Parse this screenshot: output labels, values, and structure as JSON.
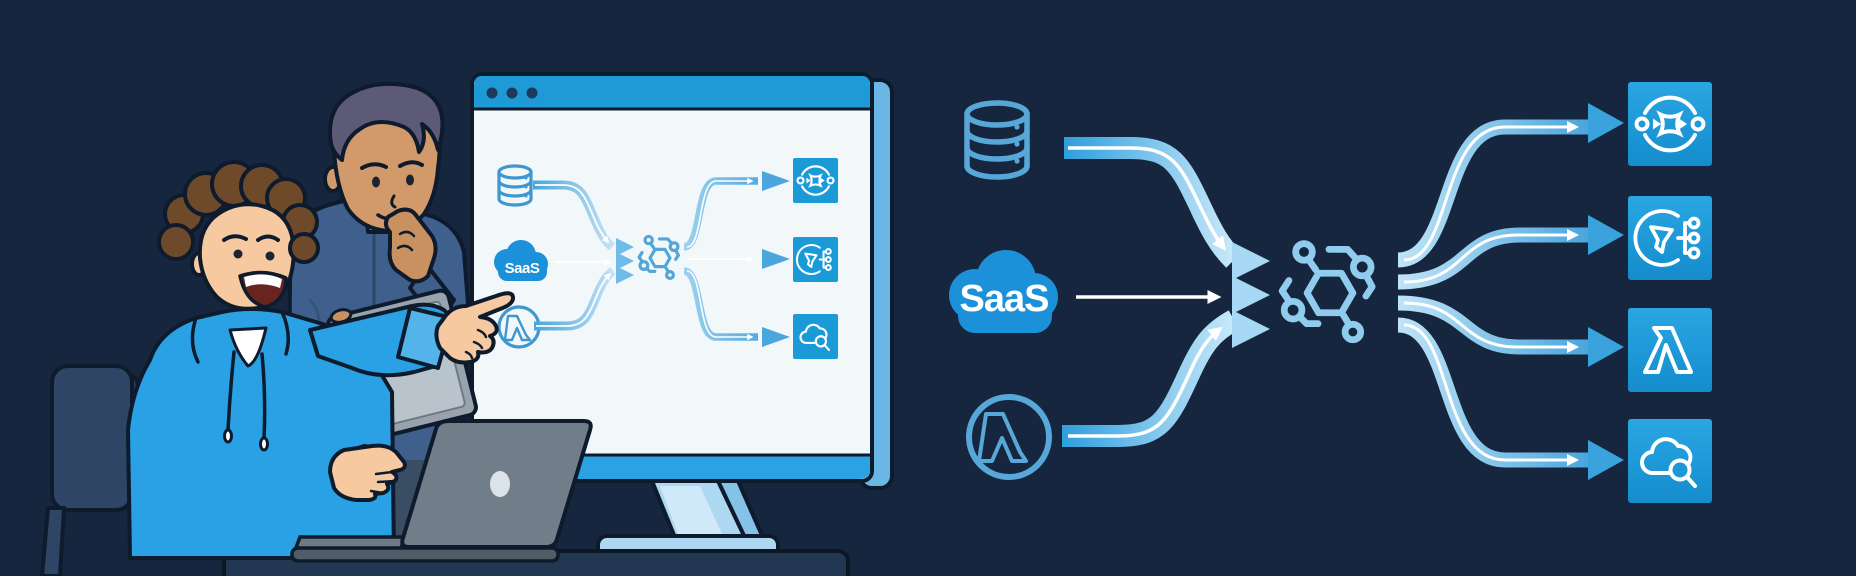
{
  "scene": {
    "type": "illustration",
    "description": "Two developers at a desk look at a monitor showing a data-integration flow; the same flow is enlarged at right: database, SaaS and Lambda sources converge into a central integration hub that fans out to four service destinations.",
    "background_color": "#16263e"
  },
  "labels": {
    "saas": "SaaS"
  },
  "monitor_window": {
    "titlebar_color": "#1e9ad7",
    "traffic_light_dots": 3,
    "screen_color": "#f2f7fa",
    "diagram": {
      "sources": [
        {
          "icon": "database-icon"
        },
        {
          "icon": "saas-cloud",
          "label": "SaaS"
        },
        {
          "icon": "lambda-icon"
        }
      ],
      "hub_icon": "integration-hub-icon",
      "destinations": [
        {
          "icon": "eventbridge-icon"
        },
        {
          "icon": "filter-fanout-icon"
        },
        {
          "icon": "cloud-search-icon"
        }
      ]
    }
  },
  "flow_diagram": {
    "sources": [
      {
        "icon": "database-icon"
      },
      {
        "icon": "saas-cloud",
        "label": "SaaS"
      },
      {
        "icon": "lambda-icon"
      }
    ],
    "hub_icon": "integration-hub-icon",
    "destinations": [
      {
        "icon": "eventbridge-icon"
      },
      {
        "icon": "filter-fanout-icon"
      },
      {
        "icon": "lambda-icon"
      },
      {
        "icon": "cloud-search-icon"
      }
    ]
  },
  "colors": {
    "background": "#16263e",
    "accent_blue": "#1b9ad8",
    "arrow_gradient_start": "#2f9edd",
    "arrow_gradient_end": "#c9e9fa",
    "outline_icon_blue": "#57a8d9",
    "hub_blue": "#8fccee",
    "hoodie_blue": "#29a1e4",
    "screen_white": "#f2f7fa",
    "desk_navy": "#223751"
  }
}
